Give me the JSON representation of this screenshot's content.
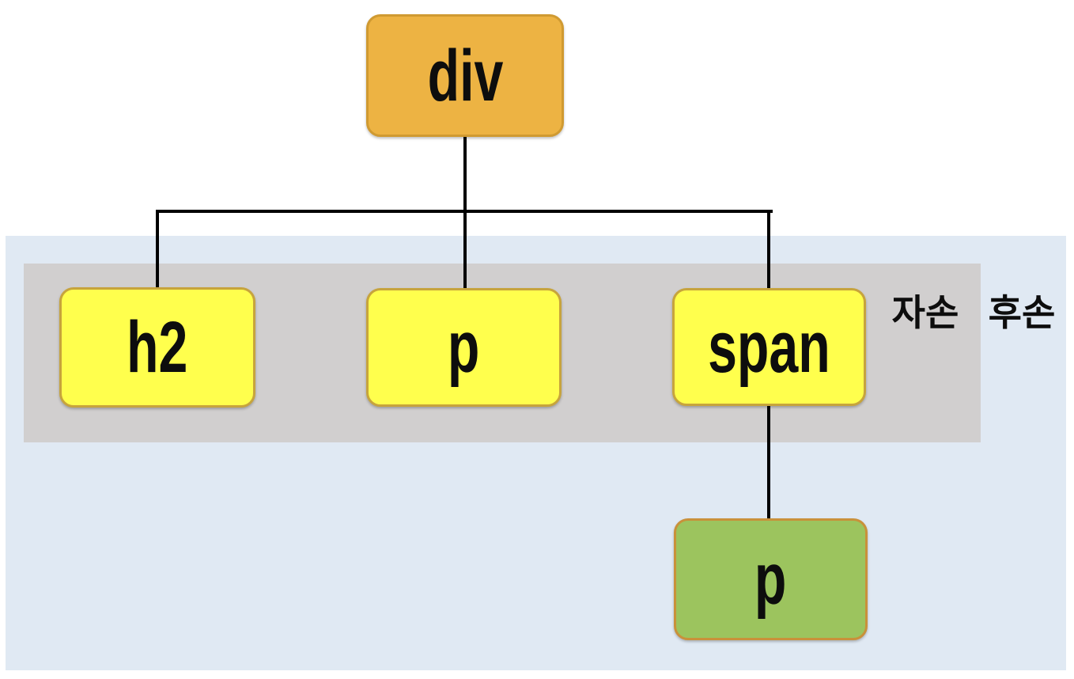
{
  "diagram": {
    "root_node": {
      "label": "div"
    },
    "child_nodes": [
      {
        "label": "h2"
      },
      {
        "label": "p"
      },
      {
        "label": "span"
      }
    ],
    "grandchild_node": {
      "label": "p"
    },
    "band_labels": {
      "children": "자손",
      "descendants": "후손"
    },
    "colors": {
      "root_fill": "#edb343",
      "root_border": "#d09a31",
      "child_fill": "#ffff4d",
      "child_border": "#c7a43c",
      "grandchild_fill": "#9cc45e",
      "grandchild_border": "#c9913a",
      "children_band": "#d1cfcf",
      "descendants_band": "#e0e9f3",
      "connector": "#000000",
      "background": "#ffffff"
    }
  }
}
